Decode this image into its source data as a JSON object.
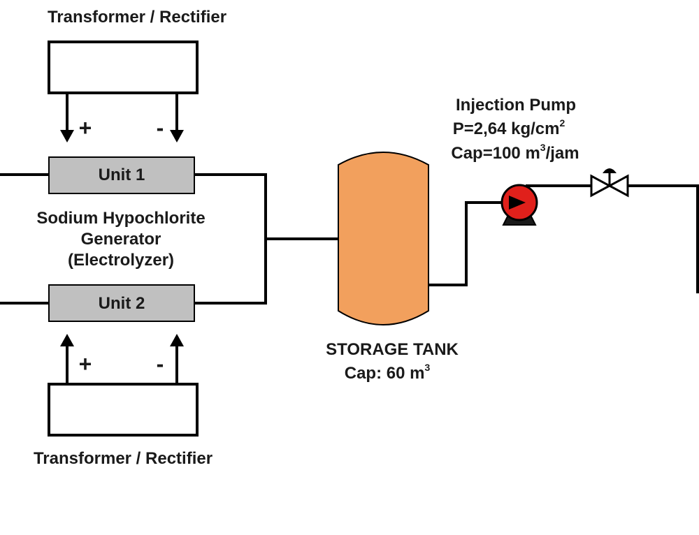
{
  "top_rectifier": {
    "title": "Transformer / Rectifier",
    "plus": "+",
    "minus": "-"
  },
  "bottom_rectifier": {
    "title": "Transformer / Rectifier",
    "plus": "+",
    "minus": "-"
  },
  "unit1": {
    "label": "Unit 1"
  },
  "unit2": {
    "label": "Unit 2"
  },
  "generator": {
    "line1": "Sodium Hypochlorite",
    "line2": "Generator",
    "line3": "(Electrolyzer)"
  },
  "storage_tank": {
    "name": "STORAGE TANK",
    "cap_prefix": "Cap: 60 m",
    "cap_sup": "3"
  },
  "injection_pump": {
    "name": "Injection Pump",
    "pressure_prefix": "P=2,64 kg/cm",
    "pressure_sup": "2",
    "cap_prefix": "Cap=100 m",
    "cap_sup": "3",
    "cap_suffix": "/jam"
  },
  "colors": {
    "unit_fill": "#c0c0c0",
    "tank_fill": "#f2a05d",
    "pump_fill": "#e0201b",
    "pump_base": "#1a1a1a",
    "pipe": "#000000"
  }
}
